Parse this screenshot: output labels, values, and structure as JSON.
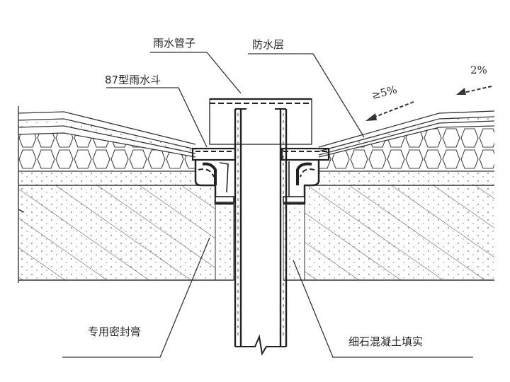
{
  "labels": {
    "rain_pipe": "雨水管子",
    "waterproof_layer": "防水层",
    "drain_87": "87型雨水斗",
    "slope_5": "≥5%",
    "slope_2": "2%",
    "sealant": "专用密封膏",
    "fine_concrete": "细石混凝土填实"
  },
  "colors": {
    "line": "#2a2a2a",
    "hatch": "#555555",
    "paper": "#ffffff"
  }
}
